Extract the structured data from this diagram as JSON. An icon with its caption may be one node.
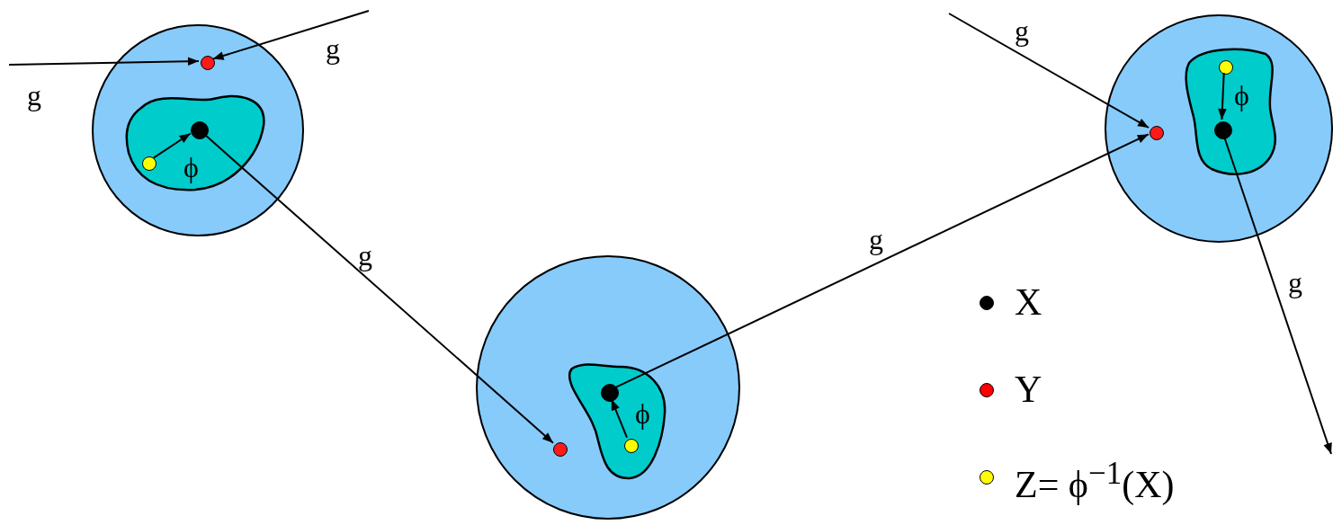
{
  "diagram": {
    "nodes": [
      {
        "text": [],
        "shape": "circle"
      },
      {
        "text": [],
        "shape": "blob",
        "in": 0
      },
      {
        "text": [],
        "shape": "dot",
        "in": 0
      },
      {
        "text": [],
        "shape": "dot",
        "in": 1
      },
      {
        "text": [],
        "shape": "dot",
        "in": 1
      },
      {
        "text": [],
        "shape": "circle"
      },
      {
        "text": [],
        "shape": "blob",
        "in": 5
      },
      {
        "text": [],
        "shape": "dot",
        "in": 5
      },
      {
        "text": [],
        "shape": "dot",
        "in": 6
      },
      {
        "text": [],
        "shape": "dot",
        "in": 6
      },
      {
        "text": [],
        "shape": "circle"
      },
      {
        "text": [],
        "shape": "blob",
        "in": 10
      },
      {
        "text": [],
        "shape": "dot",
        "in": 10
      },
      {
        "text": [],
        "shape": "dot",
        "in": 11
      },
      {
        "text": [],
        "shape": "dot",
        "in": 11
      }
    ],
    "edges": [
      {
        "from": null,
        "to": 2,
        "arrow": "to",
        "label": "g"
      },
      {
        "from": null,
        "to": 2,
        "arrow": "to",
        "label": "g"
      },
      {
        "from": 4,
        "to": 3,
        "arrow": "to",
        "label": "ϕ"
      },
      {
        "from": 3,
        "to": 7,
        "arrow": "to",
        "label": "g"
      },
      {
        "from": 9,
        "to": 8,
        "arrow": "to",
        "label": "ϕ"
      },
      {
        "from": 8,
        "to": 12,
        "arrow": "to",
        "label": "g"
      },
      {
        "from": null,
        "to": 12,
        "arrow": "to",
        "label": "g"
      },
      {
        "from": 13,
        "to": 14,
        "arrow": "to",
        "label": "ϕ"
      },
      {
        "from": 14,
        "to": null,
        "arrow": "to",
        "label": "g"
      }
    ],
    "legend": [
      {
        "text": "X",
        "color": "#000000"
      },
      {
        "text": "Y",
        "color": "#ff0000"
      },
      {
        "text": "Z= ϕ$^{−1}$(X)",
        "color": "#ffff00"
      }
    ]
  }
}
